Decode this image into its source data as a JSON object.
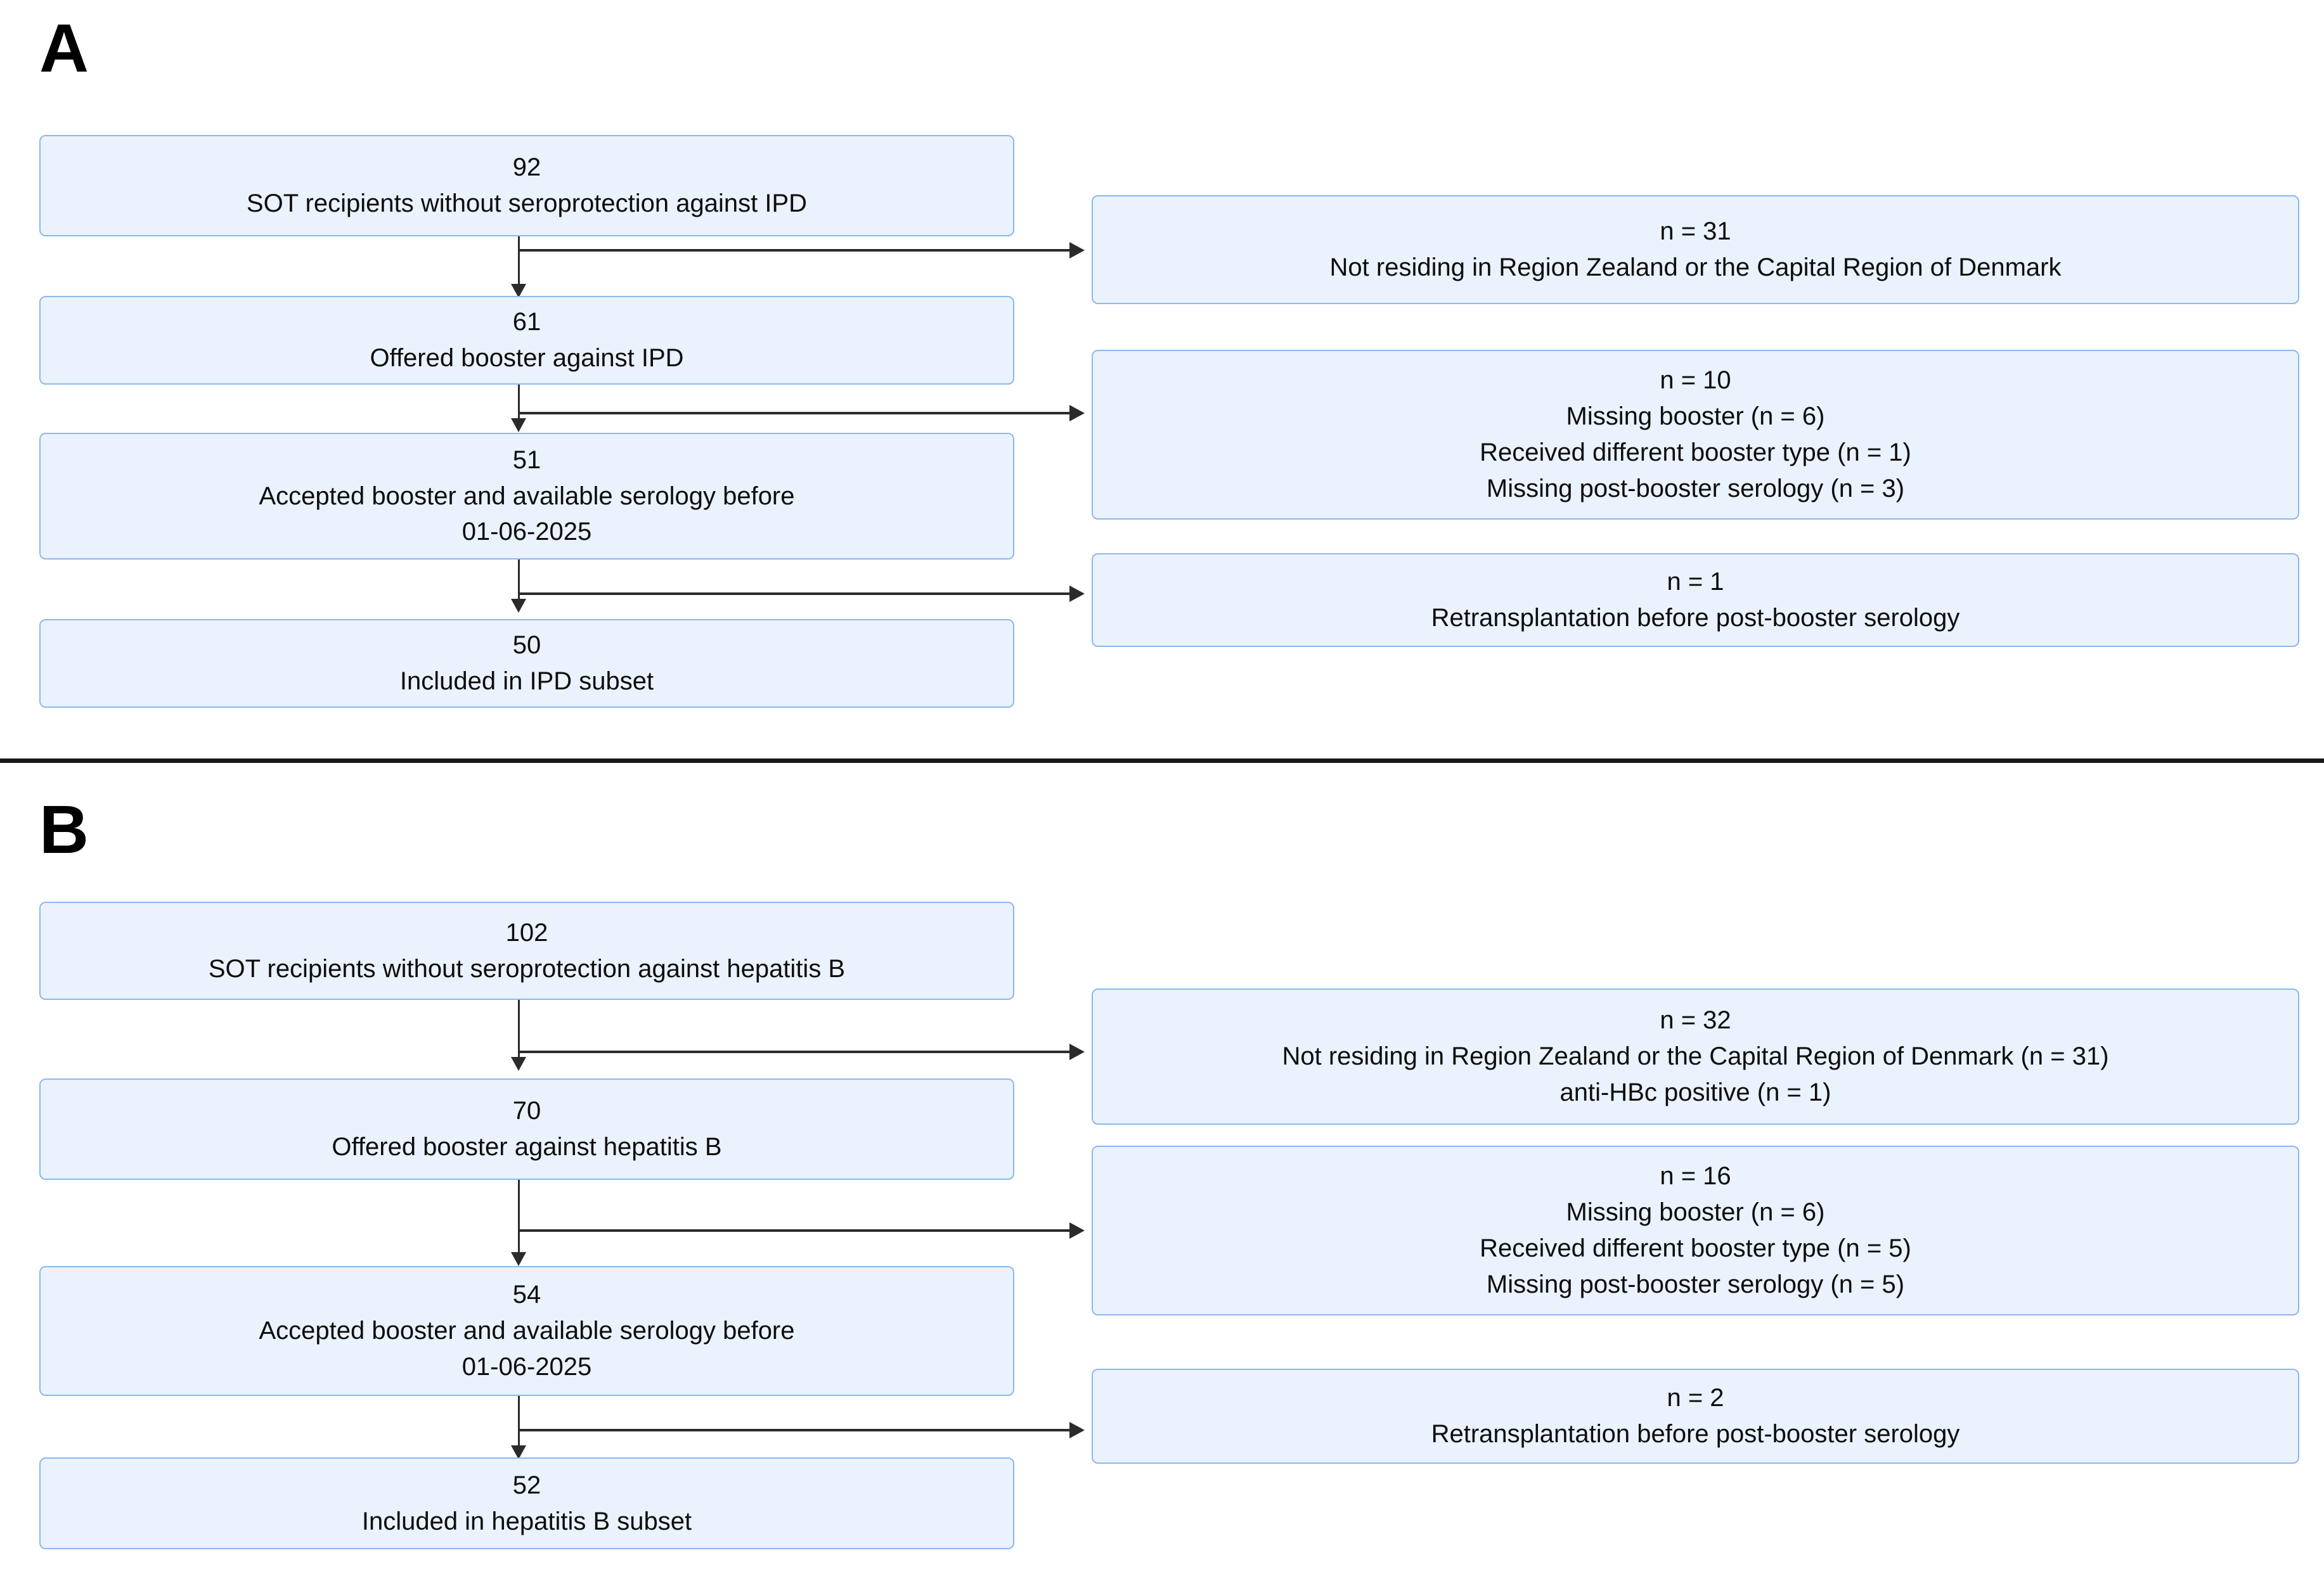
{
  "figure": {
    "type": "flowchart",
    "background_color": "#ffffff",
    "node_fill_color": "#eaf2fd",
    "node_border_color": "#8cb8ef",
    "connector_color": "#2b2b2b",
    "text_color": "#0d0d0d"
  },
  "panels": [
    {
      "letter": "A",
      "flow": [
        {
          "id": "a-node-1",
          "count": "92",
          "description": "SOT recipients without seroprotection against IPD"
        },
        {
          "id": "a-node-2",
          "count": "61",
          "description": "Offered booster against IPD"
        },
        {
          "id": "a-node-3",
          "count": "51",
          "description": "Accepted booster and available serology before",
          "description_line2": "01-06-2025"
        },
        {
          "id": "a-node-4",
          "count": "50",
          "description": "Included in IPD subset"
        }
      ],
      "exclusions": [
        {
          "id": "a-excl-1",
          "count": "n = 31",
          "reasons": [
            "Not residing in Region Zealand or the Capital Region of Denmark"
          ]
        },
        {
          "id": "a-excl-2",
          "count": "n = 10",
          "reasons": [
            "Missing booster (n = 6)",
            "Received different booster type (n = 1)",
            "Missing post-booster serology (n = 3)"
          ]
        },
        {
          "id": "a-excl-3",
          "count": "n = 1",
          "reasons": [
            "Retransplantation before post-booster serology"
          ]
        }
      ]
    },
    {
      "letter": "B",
      "flow": [
        {
          "id": "b-node-1",
          "count": "102",
          "description": "SOT recipients without seroprotection against hepatitis B"
        },
        {
          "id": "b-node-2",
          "count": "70",
          "description": "Offered booster against hepatitis B"
        },
        {
          "id": "b-node-3",
          "count": "54",
          "description": "Accepted booster and available serology before",
          "description_line2": "01-06-2025"
        },
        {
          "id": "b-node-4",
          "count": "52",
          "description": "Included in hepatitis B subset"
        }
      ],
      "exclusions": [
        {
          "id": "b-excl-1",
          "count": "n = 32",
          "reasons": [
            "Not residing in Region Zealand or the Capital Region of Denmark (n = 31)",
            "anti-HBc positive (n = 1)"
          ]
        },
        {
          "id": "b-excl-2",
          "count": "n = 16",
          "reasons": [
            "Missing booster (n = 6)",
            "Received different booster type (n = 5)",
            "Missing post-booster serology (n = 5)"
          ]
        },
        {
          "id": "b-excl-3",
          "count": "n = 2",
          "reasons": [
            "Retransplantation before post-booster serology"
          ]
        }
      ]
    }
  ]
}
